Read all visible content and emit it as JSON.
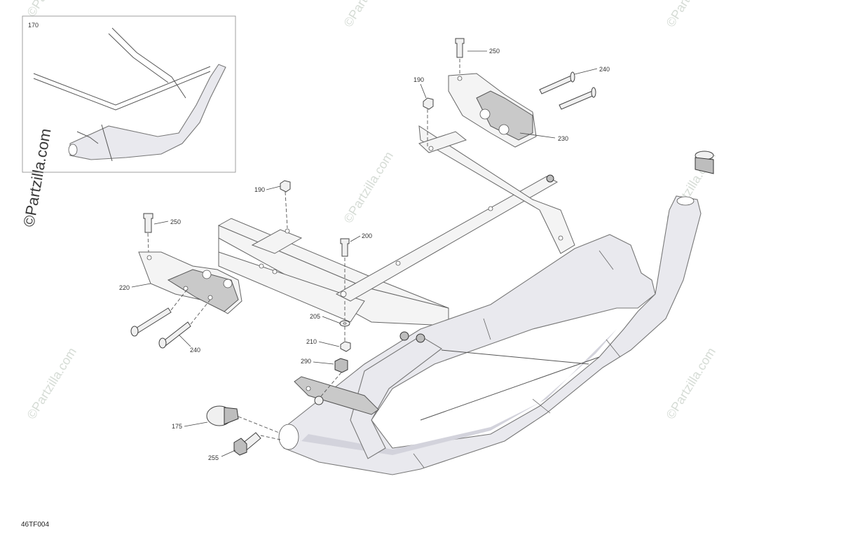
{
  "drawing_code": "46TF004",
  "watermark": "©Partzilla.com",
  "inset": {
    "label": "170"
  },
  "callouts": [
    {
      "id": "250-top",
      "text": "250"
    },
    {
      "id": "240-top",
      "text": "240"
    },
    {
      "id": "190-top",
      "text": "190"
    },
    {
      "id": "230",
      "text": "230"
    },
    {
      "id": "190-mid",
      "text": "190"
    },
    {
      "id": "250-left",
      "text": "250"
    },
    {
      "id": "200",
      "text": "200"
    },
    {
      "id": "220",
      "text": "220"
    },
    {
      "id": "205",
      "text": "205"
    },
    {
      "id": "210",
      "text": "210"
    },
    {
      "id": "240-left",
      "text": "240"
    },
    {
      "id": "290",
      "text": "290"
    },
    {
      "id": "175",
      "text": "175"
    },
    {
      "id": "255",
      "text": "255"
    }
  ]
}
